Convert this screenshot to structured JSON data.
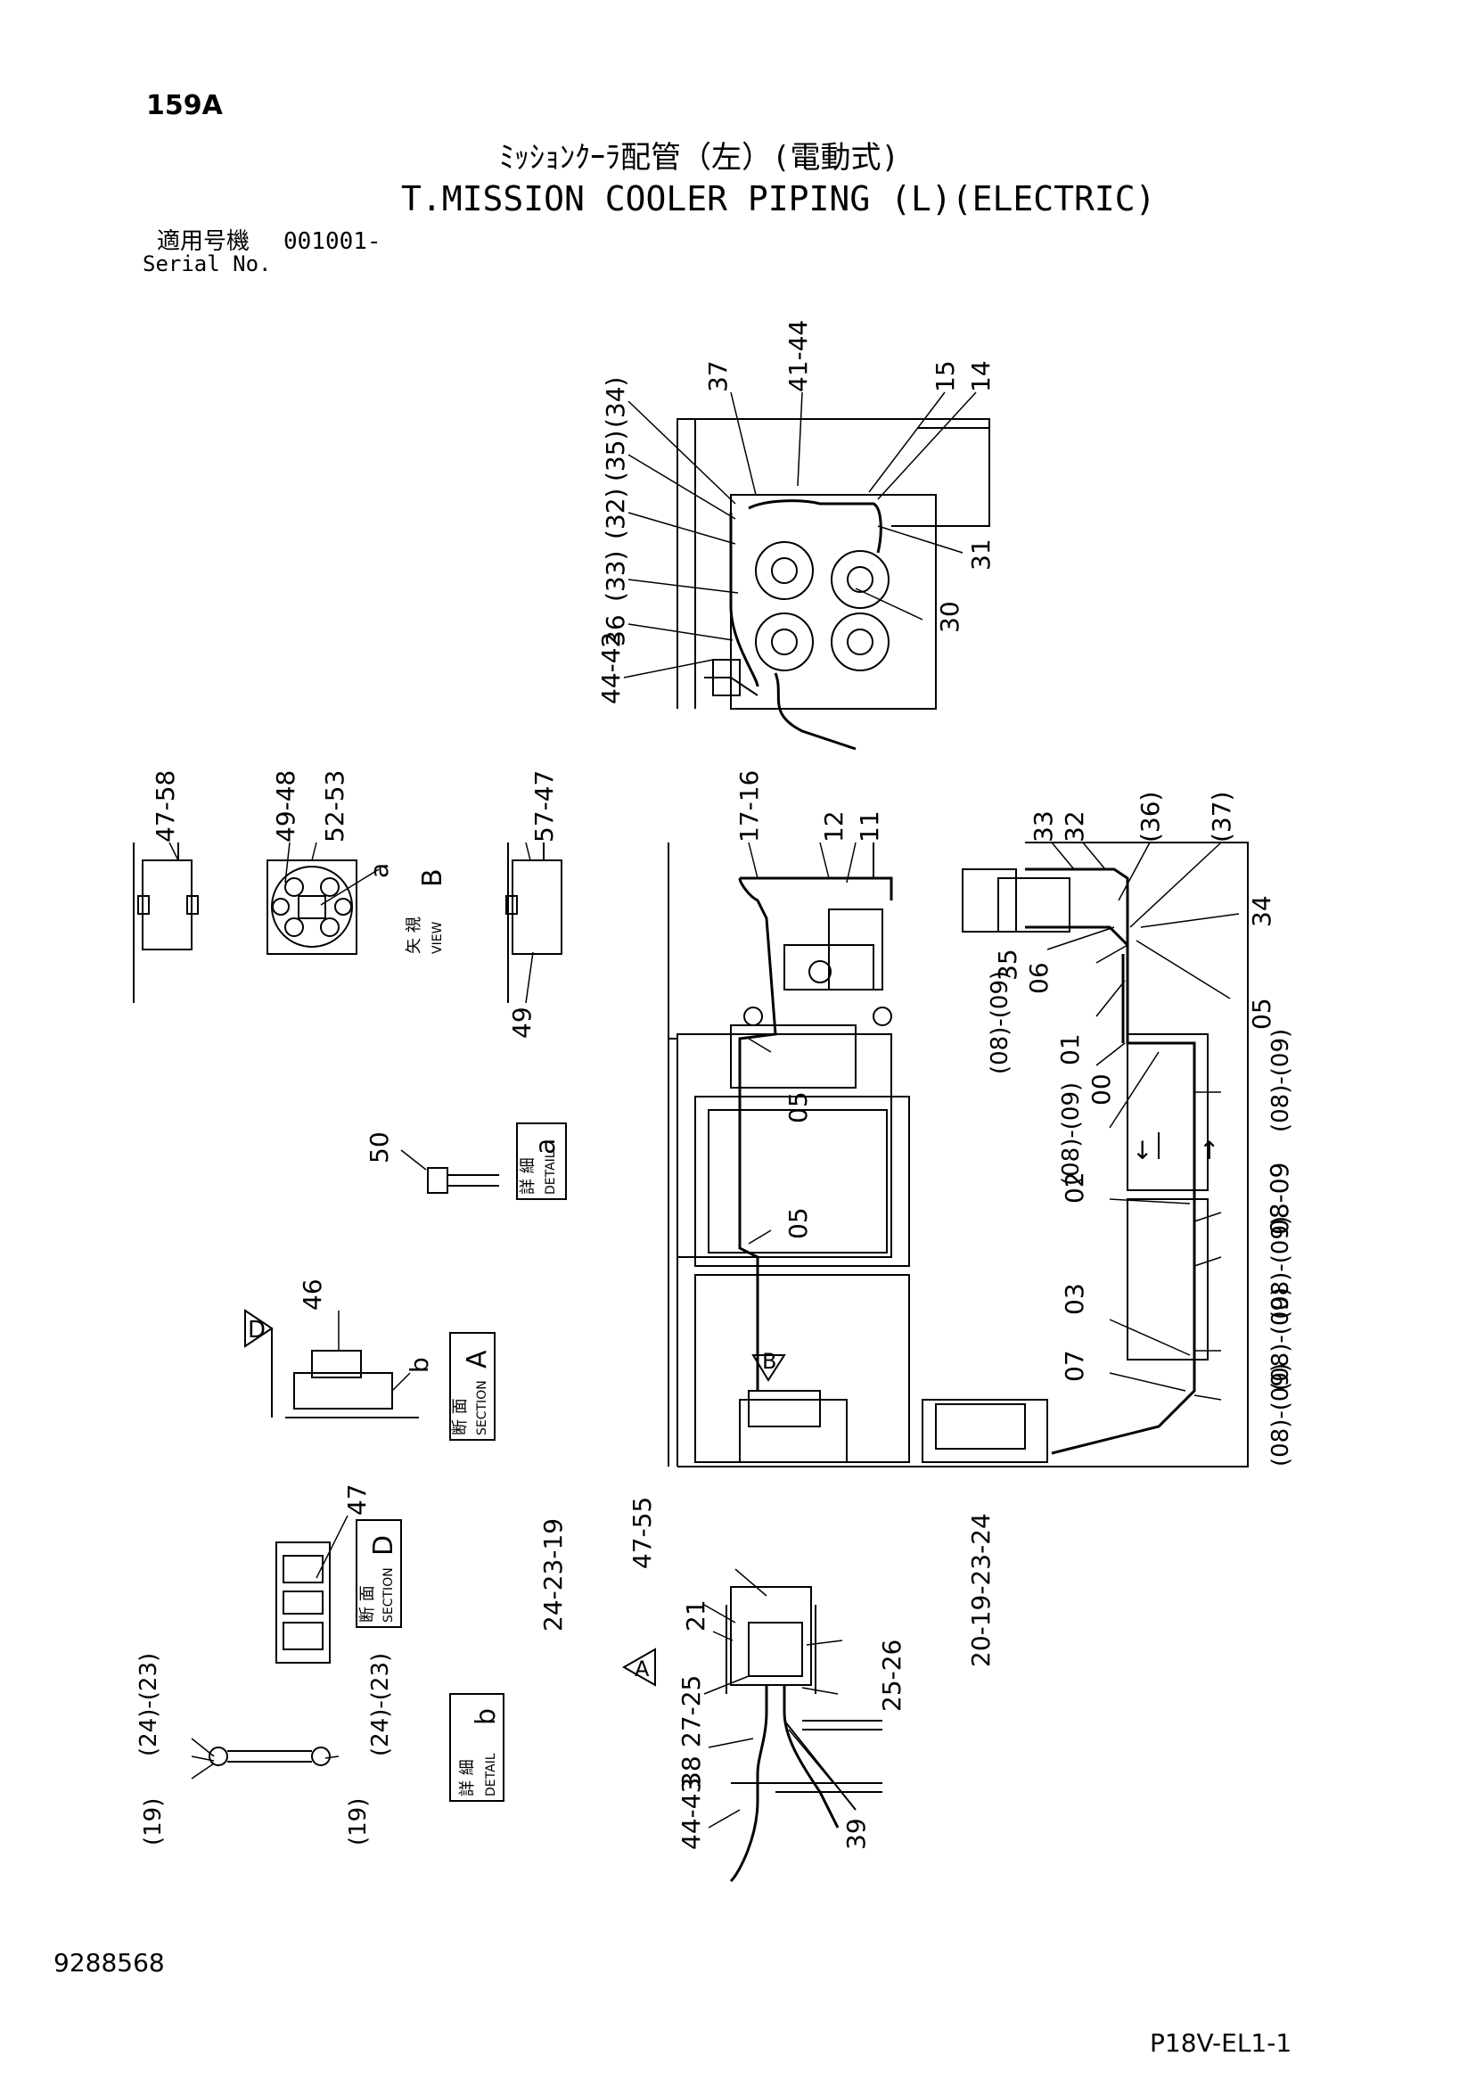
{
  "page_id": "159A",
  "title_jp": "ﾐｯｼｮﾝｸｰﾗ配管（左）(電動式)",
  "title_en": "T.MISSION COOLER PIPING (L)(ELECTRIC)",
  "serial": {
    "label_jp": "適用号機",
    "label_en": "Serial No.",
    "value": "001001-"
  },
  "doc_number": "9288568",
  "sheet_code": "P18V-EL1-1",
  "views": {
    "view_b": {
      "jp": "矢 視",
      "en": "VIEW",
      "letter": "B"
    },
    "detail_a": {
      "jp": "詳 細",
      "en": "DETAIL",
      "letter": "a"
    },
    "section_a": {
      "jp": "断 面",
      "en": "SECTION",
      "letter": "A"
    },
    "section_d": {
      "jp": "断 面",
      "en": "SECTION",
      "letter": "D"
    },
    "detail_b": {
      "jp": "詳 細",
      "en": "DETAIL",
      "letter": "b"
    }
  },
  "flags": {
    "d": "D",
    "b": "B",
    "a": "A",
    "b_lower": "b",
    "a_lower": "a"
  },
  "callouts": {
    "top": [
      "(34)",
      "(35)",
      "(32)",
      "(33)",
      "36",
      "37",
      "41-44",
      "15",
      "14",
      "31",
      "30",
      "44-42"
    ],
    "left_view": [
      "47-58",
      "49-48",
      "52-53",
      "57-47",
      "49"
    ],
    "mid_left": [
      "17-16",
      "12",
      "11",
      "05",
      "05"
    ],
    "mid_right": [
      "33",
      "32",
      "(36)",
      "(37)",
      "34",
      "35",
      "06",
      "05",
      "(08)-(09)",
      "01",
      "00",
      "(08)-(09)",
      "(08)-(09)",
      "02",
      "08-09",
      "(08)-(09)",
      "03",
      "07",
      "(08)-(09)",
      "(08)-(09)"
    ],
    "detail_a": [
      "50"
    ],
    "section_a": [
      "46"
    ],
    "section_d": [
      "47"
    ],
    "bottom": [
      "47-55",
      "24-23-19",
      "21",
      "20-19-23-24",
      "25-26",
      "27-25",
      "38",
      "39",
      "44-43"
    ],
    "detail_b": [
      "(24)-(23)",
      "(19)",
      "(24)-(23)",
      "(19)"
    ]
  },
  "arrows": {
    "down": "↓",
    "up": "↑"
  }
}
